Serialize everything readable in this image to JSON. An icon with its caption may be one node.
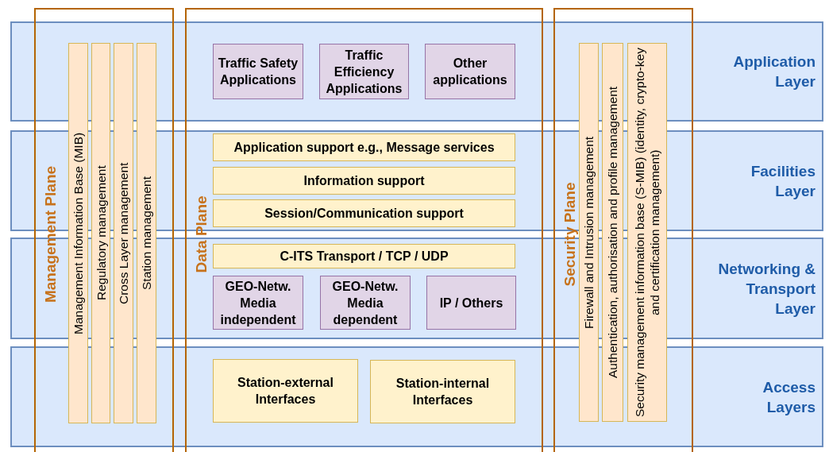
{
  "diagram": {
    "nodes": [
      {
        "text": [
          "Application Layer"
        ]
      },
      {
        "text": [
          "Facilities Layer"
        ]
      },
      {
        "text": [
          "Networking & Transport Layer"
        ]
      },
      {
        "text": [
          "Access Layers"
        ]
      },
      {
        "text": [
          "Management Plane"
        ]
      },
      {
        "text": [
          "Data Plane"
        ]
      },
      {
        "text": [
          "Security Plane"
        ]
      },
      {
        "text": [
          "Management Information Base (MIB)"
        ],
        "in": 4
      },
      {
        "text": [
          "Regulatory management"
        ],
        "in": 4
      },
      {
        "text": [
          "Cross Layer management"
        ],
        "in": 4
      },
      {
        "text": [
          "Station management"
        ],
        "in": 4
      },
      {
        "text": [
          "Traffic Safety Applications"
        ]
      },
      {
        "text": [
          "Traffic Efficiency Applications"
        ]
      },
      {
        "text": [
          "Other applications"
        ]
      },
      {
        "text": [
          "Application support e.g., Message services"
        ]
      },
      {
        "text": [
          "Information support"
        ]
      },
      {
        "text": [
          "Session/Communication support"
        ]
      },
      {
        "text": [
          "C-ITS Transport / TCP / UDP"
        ]
      },
      {
        "text": [
          "GEO-Netw. Media independent"
        ]
      },
      {
        "text": [
          "GEO-Netw. Media dependent"
        ]
      },
      {
        "text": [
          "IP / Others"
        ]
      },
      {
        "text": [
          "Station-external Interfaces"
        ]
      },
      {
        "text": [
          "Station-internal Interfaces"
        ]
      },
      {
        "text": [
          "Firewall and Intrusion management"
        ],
        "in": 6
      },
      {
        "text": [
          "Authentication, authorisation and profile management"
        ],
        "in": 6
      },
      {
        "text": [
          "Security management information base (S-MIB) (identity, crypto-key and certification management)"
        ],
        "in": 6
      }
    ]
  }
}
